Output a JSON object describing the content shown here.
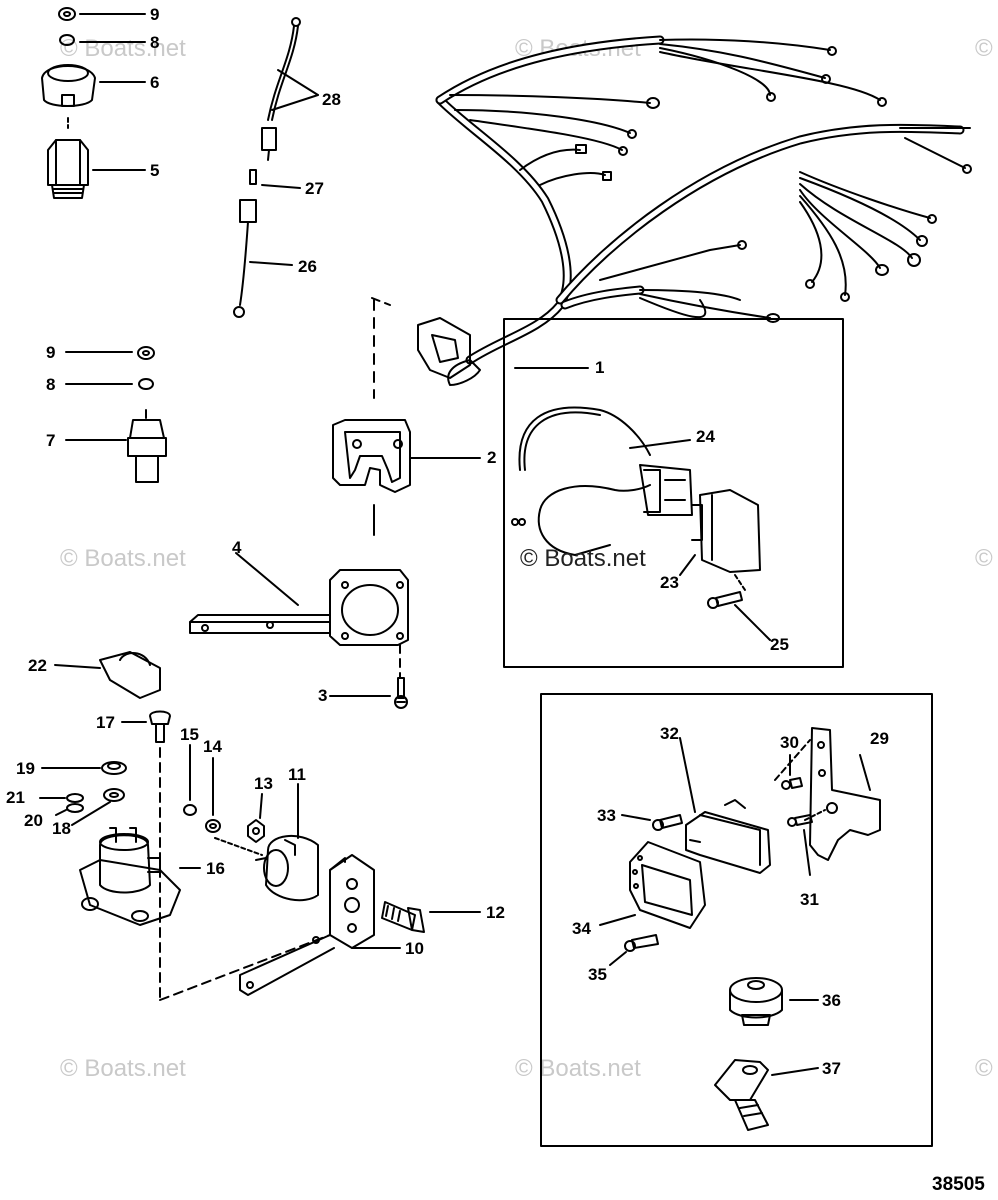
{
  "watermark": {
    "text": "© Boats.net",
    "copyright_mark": "©"
  },
  "drawing_number": "38505",
  "callouts": {
    "c1": "1",
    "c2": "2",
    "c3": "3",
    "c4": "4",
    "c5": "5",
    "c6": "6",
    "c7": "7",
    "c8a": "8",
    "c8b": "8",
    "c9a": "9",
    "c9b": "9",
    "c10": "10",
    "c11": "11",
    "c12": "12",
    "c13": "13",
    "c14": "14",
    "c15": "15",
    "c16": "16",
    "c17": "17",
    "c18": "18",
    "c19": "19",
    "c20": "20",
    "c21": "21",
    "c22": "22",
    "c23": "23",
    "c24": "24",
    "c25": "25",
    "c26": "26",
    "c27": "27",
    "c28": "28",
    "c29": "29",
    "c30": "30",
    "c31": "31",
    "c32": "32",
    "c33": "33",
    "c34": "34",
    "c35": "35",
    "c36": "36",
    "c37": "37"
  },
  "colors": {
    "line": "#000000",
    "watermark": "#c9c9c9",
    "background": "#ffffff"
  }
}
